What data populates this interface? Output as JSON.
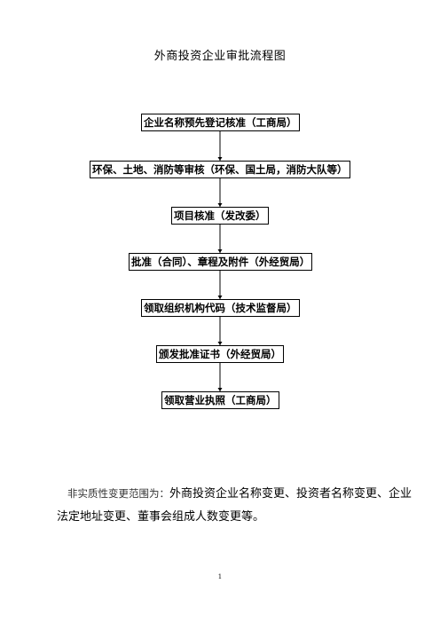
{
  "title": "外商投资企业审批流程图",
  "steps": [
    {
      "label": "企业名称预先登记核准（工商局）"
    },
    {
      "label": "环保、土地、消防等审核（环保、国土局，消防大队等）"
    },
    {
      "label": "项目核准（发改委）"
    },
    {
      "label": "批准（合同）、章程及附件（外经贸局）"
    },
    {
      "label": "领取组织机构代码（技术监督局）"
    },
    {
      "label": "颁发批准证书（外经贸局）"
    },
    {
      "label": "领取营业执照（工商局）"
    }
  ],
  "note": {
    "lead": "非实质性变更范围为：",
    "text": "外商投资企业名称变更、投资者名称变更、企业法定地址变更、董事会组成人数变更等。"
  },
  "page_number": "1",
  "colors": {
    "line": "#000000",
    "box_border": "#000000"
  }
}
